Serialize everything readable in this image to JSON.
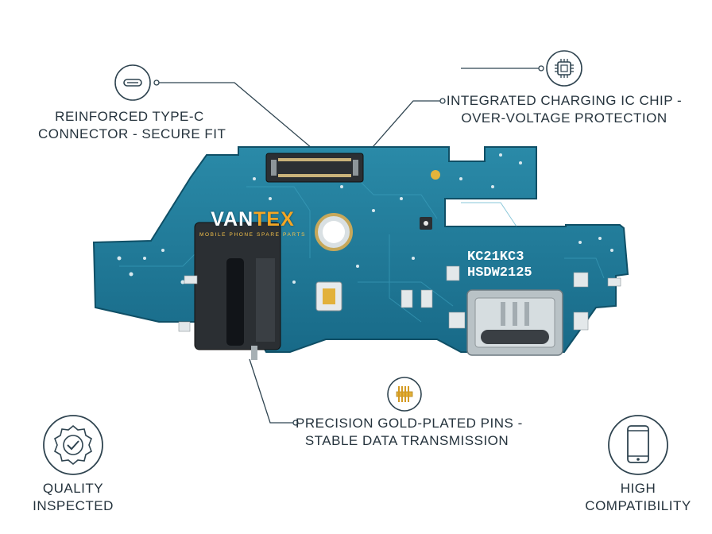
{
  "callouts": {
    "type_c": {
      "line1": "REINFORCED TYPE-C",
      "line2": "CONNECTOR - SECURE FIT",
      "icon": "type-c-port-icon"
    },
    "ic_chip": {
      "line1": "INTEGRATED CHARGING IC CHIP -",
      "line2": "OVER-VOLTAGE PROTECTION",
      "icon": "chip-icon"
    },
    "gold_pins": {
      "line1": "PRECISION GOLD-PLATED PINS -",
      "line2": "STABLE DATA TRANSMISSION",
      "icon": "gold-pins-icon"
    }
  },
  "badges": {
    "quality": {
      "line1": "QUALITY",
      "line2": "INSPECTED",
      "icon": "check-seal-icon"
    },
    "compat": {
      "line1": "HIGH",
      "line2": "COMPATIBILITY",
      "icon": "smartphone-icon"
    }
  },
  "brand": {
    "name_main": "VAN",
    "name_accent": "TEX",
    "tagline": "MOBILE PHONE SPARE PARTS"
  },
  "board_silkscreen": {
    "line1": "KC21KC3",
    "line2": "HSDW2125"
  },
  "colors": {
    "pcb": "#1f7a98",
    "pcb_dark": "#155d78",
    "line": "#2f4450",
    "gold": "#e2b13b",
    "accent": "#f4a623"
  }
}
